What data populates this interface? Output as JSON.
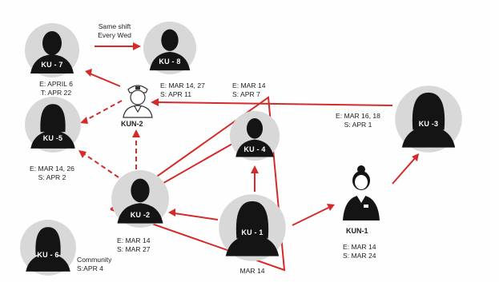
{
  "nodes": {
    "ku7": {
      "id": "KU - 7",
      "lines": [
        "E: APRIL 6",
        "T: APR 22"
      ]
    },
    "ku8": {
      "id": "KU - 8"
    },
    "kun2": {
      "id": "KUN-2",
      "lines": [
        "E: MAR 14, 27",
        "S: APR 11"
      ]
    },
    "ku5": {
      "id": "KU -5",
      "lines": [
        "E: MAR 14, 26",
        "S: APR 2"
      ]
    },
    "ku4": {
      "id": "KU - 4",
      "lines": [
        "E: MAR 14",
        "S: APR 7"
      ]
    },
    "ku3": {
      "id": "KU -3",
      "lines": [
        "E: MAR 16, 18",
        "S: APR 1"
      ]
    },
    "ku2": {
      "id": "KU -2",
      "lines": [
        "E: MAR 14",
        "S: MAR 27"
      ]
    },
    "ku1": {
      "id": "KU - 1",
      "lines": [
        "MAR 14"
      ]
    },
    "kun1": {
      "id": "KUN-1",
      "lines": [
        "E: MAR 14",
        "S: MAR 24"
      ]
    },
    "ku6": {
      "id": "KU - 6",
      "lines": [
        "Community",
        "S:APR 4"
      ]
    }
  },
  "annotation": {
    "line1": "Same shift",
    "line2": "Every Wed"
  },
  "colors": {
    "edge": "#d42a2a",
    "silhouette": "#141414",
    "halo": "#d8d8d8"
  }
}
